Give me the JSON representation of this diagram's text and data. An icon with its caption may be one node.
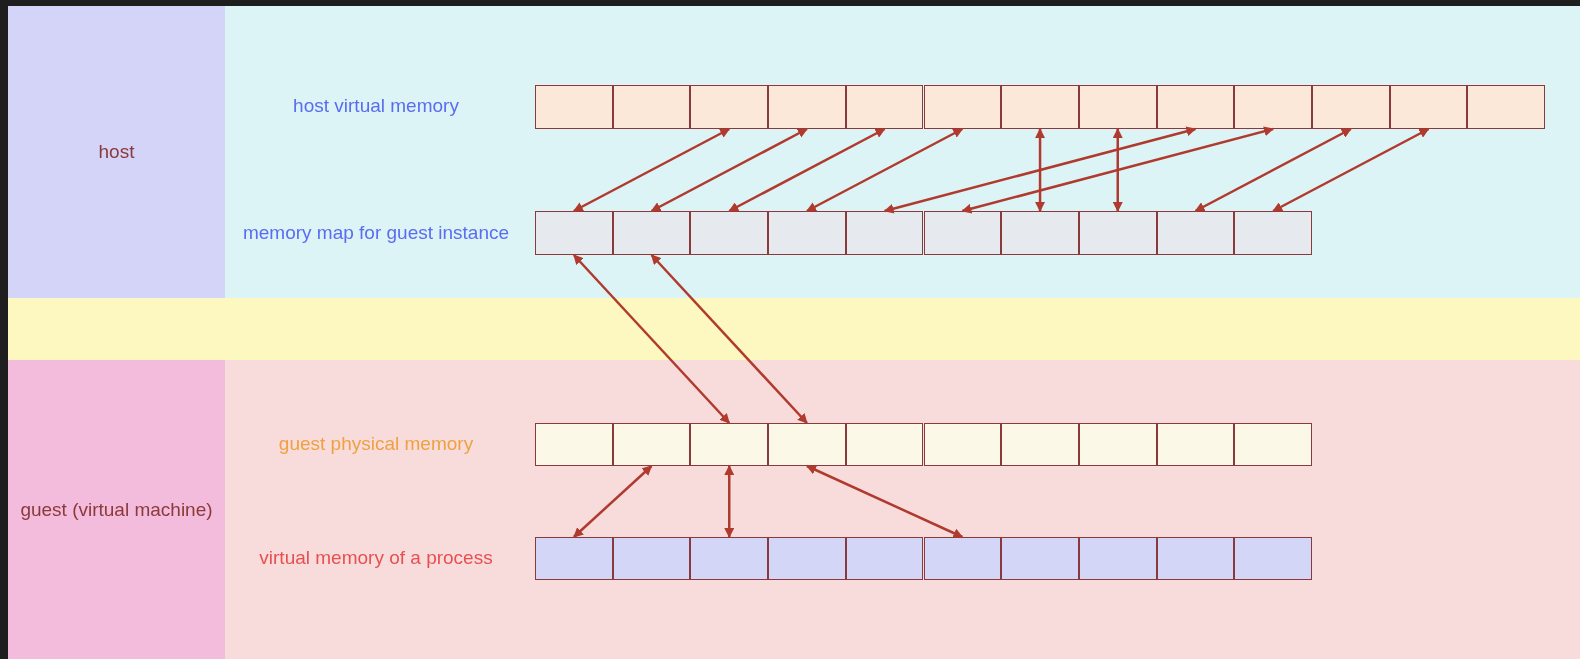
{
  "diagram": {
    "nodes": [
      {
        "text": [
          "host"
        ]
      },
      {
        "text": [],
        "shape": "box"
      },
      {
        "text": [],
        "shape": "box"
      },
      {
        "text": [],
        "shape": "box"
      },
      {
        "text": [],
        "shape": "box"
      },
      {
        "text": [],
        "shape": "box"
      },
      {
        "text": [],
        "shape": "box"
      },
      {
        "text": [],
        "shape": "box"
      },
      {
        "text": [],
        "shape": "box"
      },
      {
        "text": [],
        "shape": "box"
      },
      {
        "text": [],
        "shape": "box"
      },
      {
        "text": [],
        "shape": "box"
      },
      {
        "text": [],
        "shape": "box"
      },
      {
        "text": [],
        "shape": "box"
      },
      {
        "text": [],
        "shape": "box"
      },
      {
        "text": [],
        "shape": "box"
      },
      {
        "text": [],
        "shape": "box"
      },
      {
        "text": [],
        "shape": "box"
      },
      {
        "text": [],
        "shape": "box"
      },
      {
        "text": [],
        "shape": "box"
      },
      {
        "text": [],
        "shape": "box"
      },
      {
        "text": [],
        "shape": "box"
      },
      {
        "text": [],
        "shape": "box"
      },
      {
        "text": [],
        "shape": "box"
      },
      {
        "text": [
          "guest (virtual machine)"
        ]
      },
      {
        "text": [],
        "shape": "box"
      },
      {
        "text": [],
        "shape": "box"
      },
      {
        "text": [],
        "shape": "box"
      },
      {
        "text": [],
        "shape": "box"
      },
      {
        "text": [],
        "shape": "box"
      },
      {
        "text": [],
        "shape": "box"
      },
      {
        "text": [],
        "shape": "box"
      },
      {
        "text": [],
        "shape": "box"
      },
      {
        "text": [],
        "shape": "box"
      },
      {
        "text": [],
        "shape": "box"
      },
      {
        "text": [],
        "shape": "box"
      },
      {
        "text": [],
        "shape": "box"
      },
      {
        "text": [],
        "shape": "box"
      },
      {
        "text": [],
        "shape": "box"
      },
      {
        "text": [],
        "shape": "box"
      },
      {
        "text": [],
        "shape": "box"
      },
      {
        "text": [],
        "shape": "box"
      },
      {
        "text": [],
        "shape": "box"
      },
      {
        "text": [],
        "shape": "box"
      },
      {
        "text": [],
        "shape": "box"
      }
    ],
    "edges": [
      {
        "from": 3,
        "to": 14,
        "arrow": "both"
      },
      {
        "from": 4,
        "to": 15,
        "arrow": "both"
      },
      {
        "from": 5,
        "to": 16,
        "arrow": "both"
      },
      {
        "from": 6,
        "to": 17,
        "arrow": "both"
      },
      {
        "from": 7,
        "to": 20,
        "arrow": "both"
      },
      {
        "from": 9,
        "to": 18,
        "arrow": "both"
      },
      {
        "from": 8,
        "to": 21,
        "arrow": "both"
      },
      {
        "from": 10,
        "to": 19,
        "arrow": "both"
      },
      {
        "from": 11,
        "to": 22,
        "arrow": "both"
      },
      {
        "from": 12,
        "to": 23,
        "arrow": "both"
      },
      {
        "from": 14,
        "to": 27,
        "arrow": "both"
      },
      {
        "from": 15,
        "to": 28,
        "arrow": "both"
      },
      {
        "from": 26,
        "to": 35,
        "arrow": "both"
      },
      {
        "from": 27,
        "to": 37,
        "arrow": "both"
      },
      {
        "from": 28,
        "to": 40,
        "arrow": "both"
      }
    ],
    "labels": [
      "host virtual memory",
      "memory map for guest instance",
      "guest physical memory",
      "virtual memory of a process"
    ]
  }
}
